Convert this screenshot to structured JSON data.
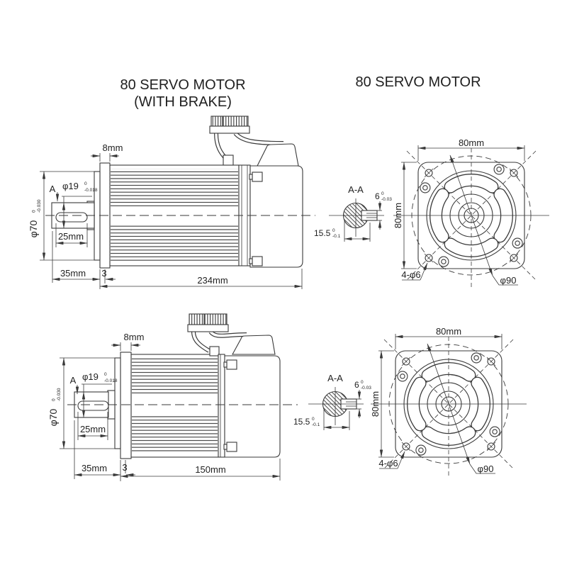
{
  "page": {
    "background": "#ffffff",
    "line_color": "#3a3a3a",
    "text_color": "#1f1f1f"
  },
  "titles": {
    "left_line1": "80 SERVO MOTOR",
    "left_line2": "(WITH BRAKE)",
    "right": "80 SERVO MOTOR"
  },
  "side_view": {
    "flange_thickness": "8mm",
    "shaft_dia": {
      "text": "φ19",
      "tol_top": "0",
      "tol_bot": "-0.018"
    },
    "section_mark": "A",
    "spigot_dia": {
      "text": "φ70",
      "tol_top": "0",
      "tol_bot": "-0.030"
    },
    "keyway_length": "25mm",
    "shaft_length": "35mm",
    "step": "3",
    "body_length_with_brake": "234mm",
    "body_length_no_brake": "150mm"
  },
  "section_view": {
    "title": "A-A",
    "key_width": {
      "text": "6",
      "tol_top": "0",
      "tol_bot": "-0.03"
    },
    "key_depth": {
      "text": "15.5",
      "tol_top": "0",
      "tol_bot": "-0.1"
    }
  },
  "front_view": {
    "width": "80mm",
    "height": "80mm",
    "mount_holes": "4-φ6",
    "pilot_circle": "φ90"
  }
}
